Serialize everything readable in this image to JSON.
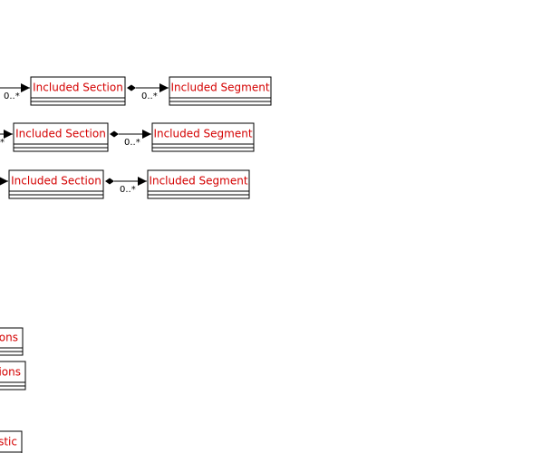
{
  "diagram": {
    "title": "",
    "colors": {
      "background": "#ffffff",
      "class_border": "#000000",
      "class_name_text": "#d40000",
      "association_line": "#000000"
    },
    "classes": {
      "included_section_1": {
        "name": "Included Section"
      },
      "included_segment_1": {
        "name": "Included Segment"
      },
      "included_section_2": {
        "name": "Included Section"
      },
      "included_segment_2": {
        "name": "Included Segment"
      },
      "included_section_3": {
        "name": "Included Section"
      },
      "included_segment_3": {
        "name": "Included Segment"
      },
      "partial_class_4": {
        "name": "ions"
      },
      "partial_class_5": {
        "name": "sions"
      },
      "partial_class_6": {
        "name": "istic"
      }
    },
    "associations": {
      "into_section_1": {
        "multiplicity": "0..*"
      },
      "section_segment_1": {
        "multiplicity": "0..*",
        "composition": true
      },
      "into_section_2": {
        "multiplicity": "*"
      },
      "section_segment_2": {
        "multiplicity": "0..*",
        "composition": true
      },
      "into_section_3": {
        "multiplicity": ""
      },
      "section_segment_3": {
        "multiplicity": "0..*",
        "composition": true
      }
    }
  }
}
